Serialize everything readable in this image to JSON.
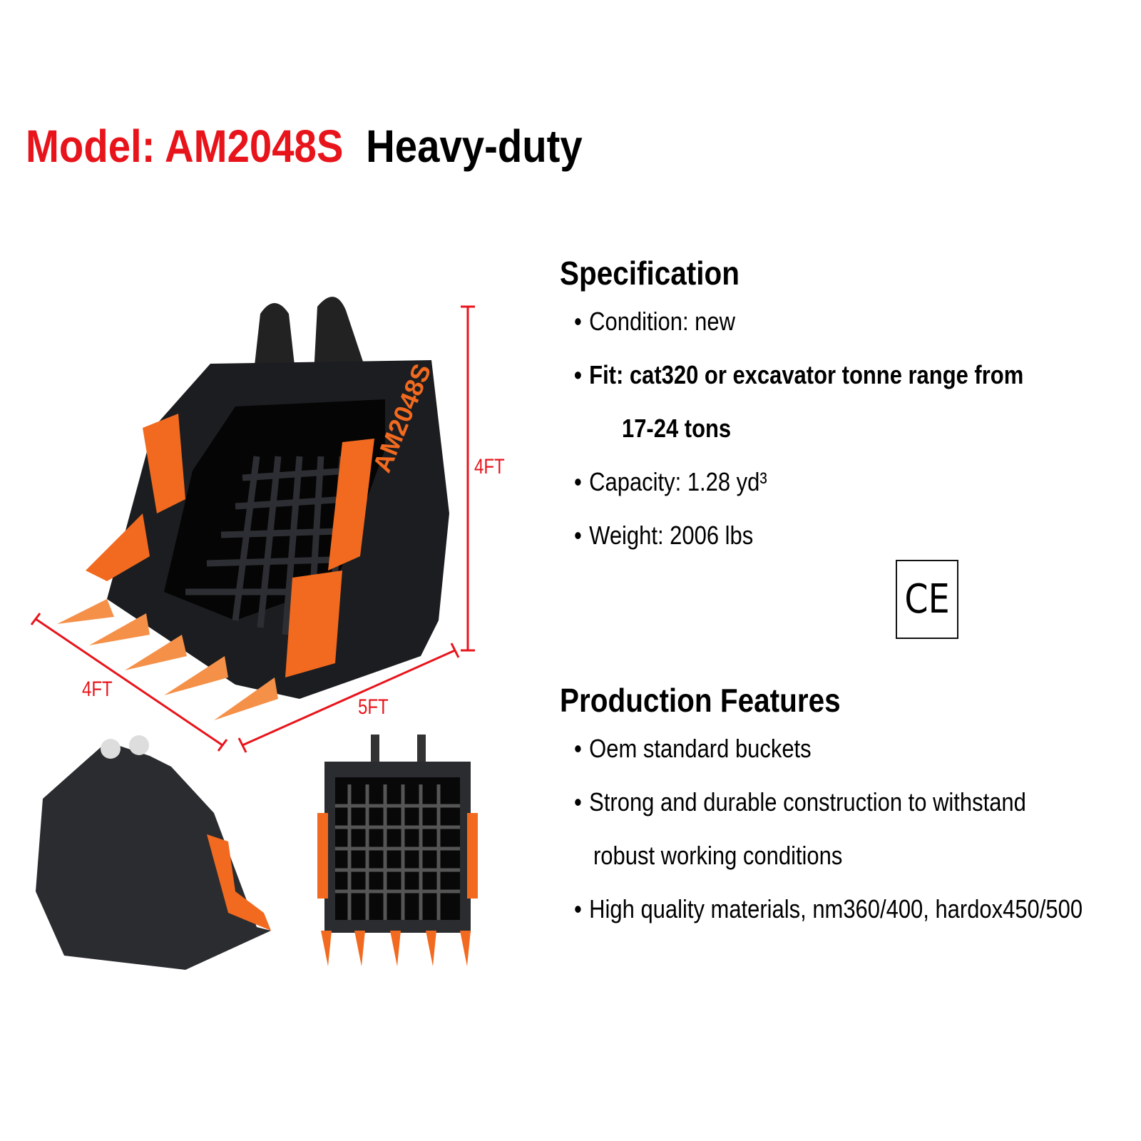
{
  "header": {
    "model": "Model: AM2048S",
    "subtitle": "Heavy-duty"
  },
  "specification": {
    "heading": "Specification",
    "items": [
      "Condition: new",
      "Fit: cat320 or excavator tonne range from",
      "17-24 tons",
      "Capacity: 1.28 yd³",
      "Weight: 2006 lbs"
    ]
  },
  "certification": {
    "mark": "CE"
  },
  "features": {
    "heading": "Production Features",
    "items": [
      "Oem standard buckets",
      "Strong and durable construction to withstand",
      "robust working conditions",
      "High quality materials, nm360/400, hardox450/500"
    ]
  },
  "dimensions": {
    "height": "4FT",
    "depth": "4FT",
    "width": "5FT"
  },
  "bucket_label": "AM2048S",
  "colors": {
    "accent_red": "#e8141b",
    "orange": "#f26a1f",
    "steel": "#1e1f22"
  }
}
